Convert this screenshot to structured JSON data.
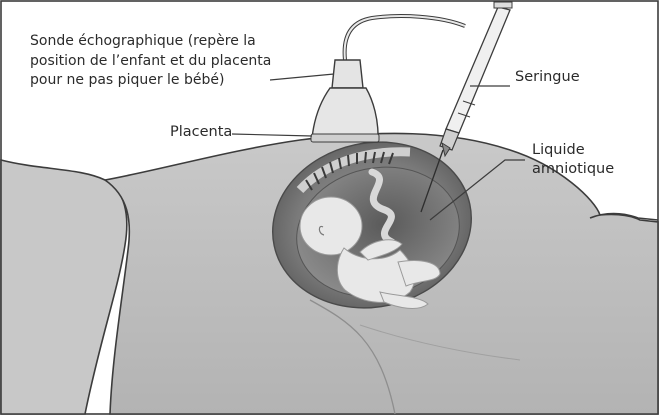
{
  "labels": {
    "sonde": {
      "line1": "Sonde échographique (repère la",
      "line2": "position de l’enfant et du placenta",
      "line3": "pour ne pas piquer le bébé)"
    },
    "seringue": "Seringue",
    "placenta": "Placenta",
    "liquide": {
      "line1": "Liquide",
      "line2": "amniotique"
    }
  },
  "colors": {
    "skin": "#bdbdbd",
    "skin_light": "#d6d6d6",
    "outline": "#3c3c3c",
    "uterus_wall": "#6e6e6e",
    "fluid": "#8a8a8a",
    "fetus": "#e9e9e9",
    "probe": "#e6e6e6"
  }
}
